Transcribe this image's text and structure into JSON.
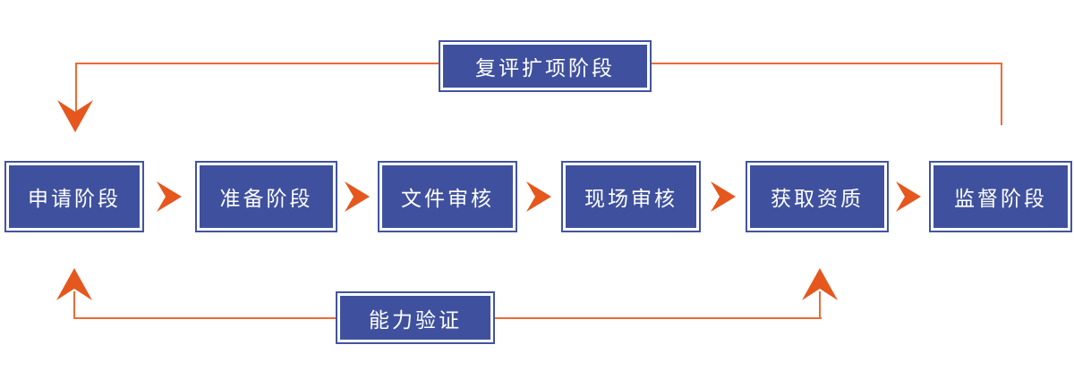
{
  "diagram": {
    "type": "flowchart",
    "nodes": [
      {
        "label": "申请阶段"
      },
      {
        "label": "准备阶段"
      },
      {
        "label": "文件审核"
      },
      {
        "label": "现场审核"
      },
      {
        "label": "获取资质"
      },
      {
        "label": "监督阶段"
      }
    ],
    "loops": {
      "top": {
        "label": "复评扩项阶段",
        "from": "监督阶段",
        "to": "申请阶段",
        "arrowhead": "down-into-first-node"
      },
      "bottom": {
        "label": "能力验证",
        "connects": [
          "申请阶段",
          "获取资质"
        ],
        "arrowhead": "up-into-both-nodes"
      }
    },
    "icons": {
      "between_nodes": "arrow-right-icon",
      "top_loop_end": "arrow-down-icon",
      "bottom_loop_ends": "arrow-up-icon"
    },
    "colors": {
      "box_fill": "#3F519E",
      "box_border": "#4254A0",
      "box_text": "#FFFFFF",
      "arrow": "#E5571D",
      "line": "#ED6A35",
      "background": "#FFFFFF"
    }
  }
}
